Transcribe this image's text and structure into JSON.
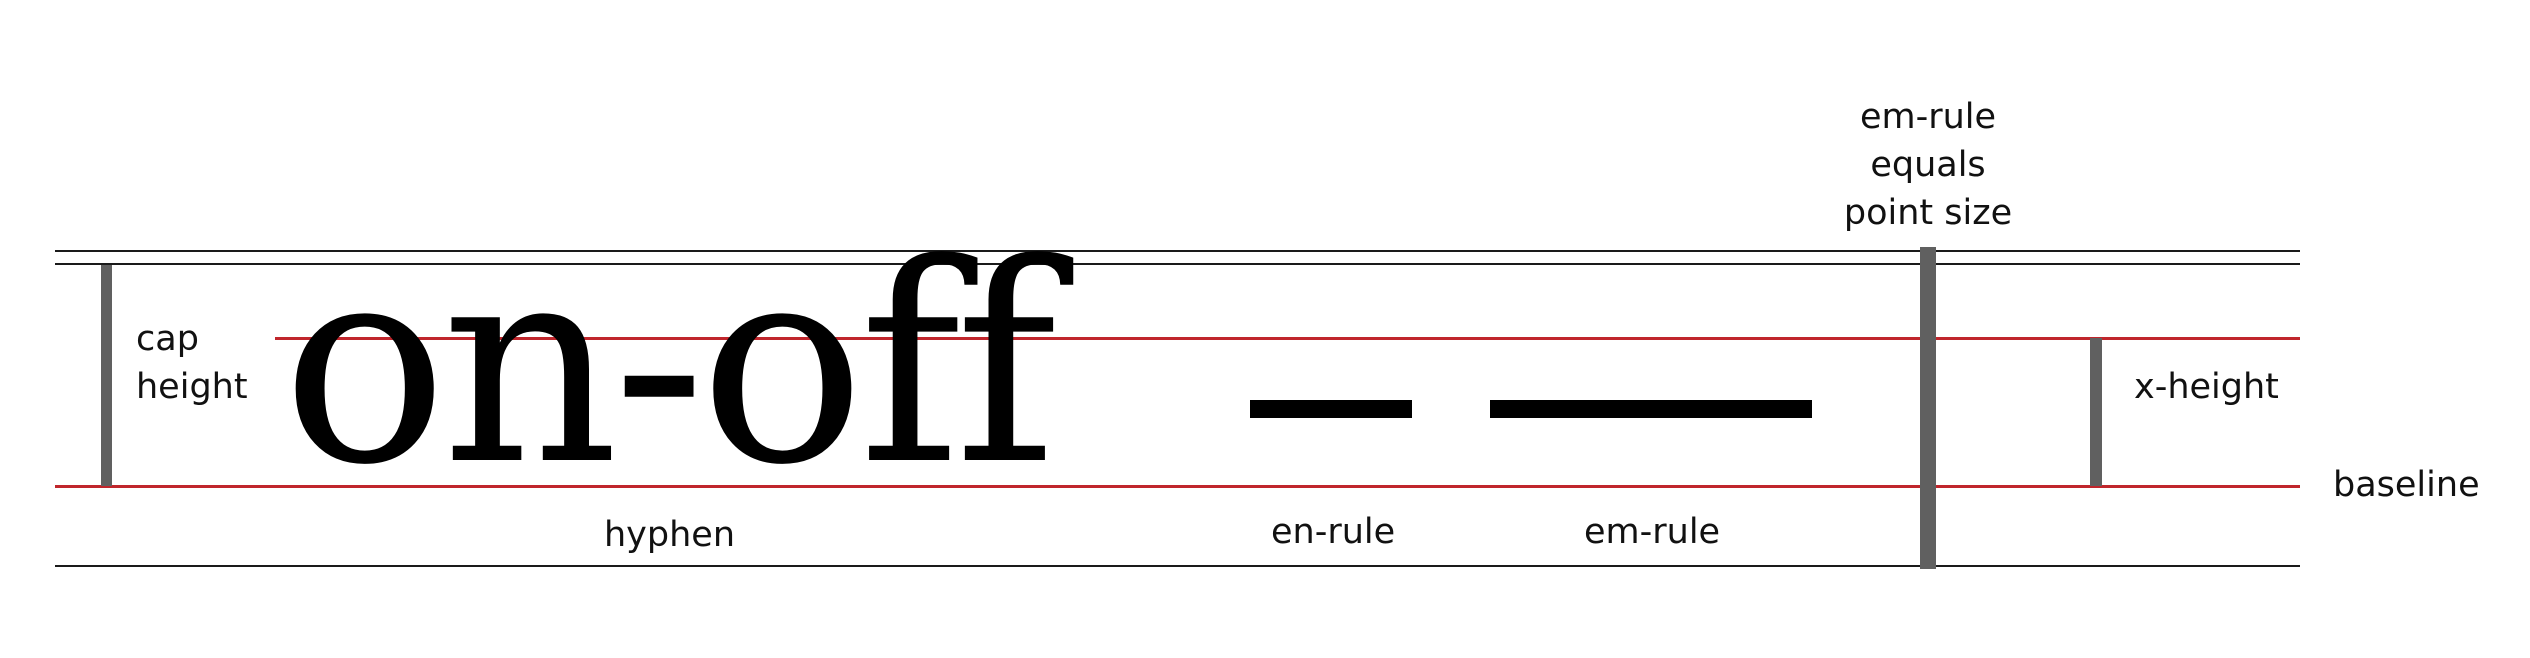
{
  "labels": {
    "cap_height_line1": "cap",
    "cap_height_line2": "height",
    "specimen_text": "on-off",
    "hyphen": "hyphen",
    "en_rule": "en-rule",
    "em_rule": "em-rule",
    "em_equals_line1": "em-rule",
    "em_equals_line2": "equals",
    "em_equals_line3": "point size",
    "x_height": "x-height",
    "baseline": "baseline"
  },
  "colors": {
    "guide_black": "#1a1a1a",
    "guide_red": "#c0262c",
    "bar_gray": "#606060",
    "glyph_black": "#000000"
  }
}
